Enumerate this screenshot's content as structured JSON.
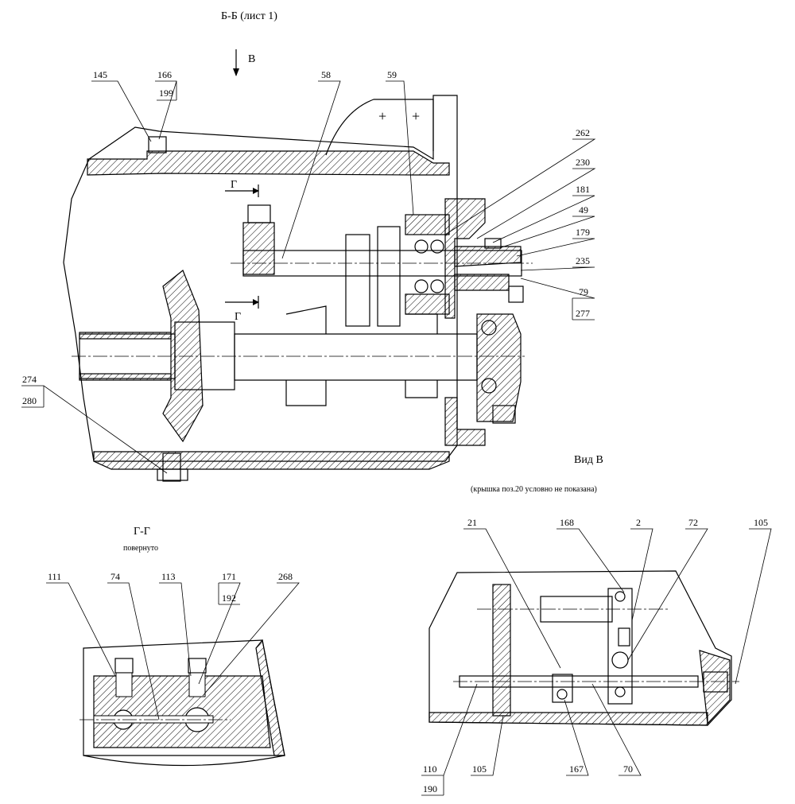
{
  "titles": {
    "section_bb": "Б-Б (лист 1)",
    "view_v": "Вид В",
    "view_v_note": "(крышка поз.20 условно не показана)",
    "section_gg": "Г-Г",
    "section_gg_note": "повернуто",
    "arrow_v": "В",
    "cut_g_top": "Г",
    "cut_g_bottom": "Г"
  },
  "callouts_bb": [
    "145",
    "166",
    "199",
    "58",
    "59",
    "262",
    "230",
    "181",
    "49",
    "179",
    "235",
    "79",
    "277",
    "274",
    "280"
  ],
  "callouts_gg": [
    "111",
    "74",
    "113",
    "171",
    "192",
    "268"
  ],
  "callouts_view_v": [
    "21",
    "168",
    "2",
    "72",
    "105",
    "110",
    "190",
    "105",
    "167",
    "70"
  ]
}
